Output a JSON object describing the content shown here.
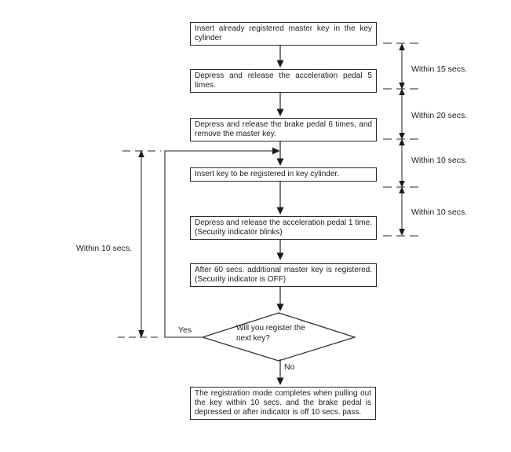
{
  "diagram": {
    "title_semantic": "key-registration-flowchart",
    "steps": [
      {
        "text": "Insert already registered master key in the key cylinder"
      },
      {
        "text": "Depress and release the acceleration pedal 5 times."
      },
      {
        "text": "Depress and release the brake pedal 6 times, and remove the master key."
      },
      {
        "text": "Insert key to be registered in key cylinder."
      },
      {
        "text": "Depress and release the acceleration pedal 1 time. (Security indicator blinks)"
      },
      {
        "text": "After 60 secs. additional master key is registered. (Security indicator is OFF)"
      },
      {
        "text": "The registration mode completes when pulling out the key within 10 secs. and the brake pedal is depressed or after indicator is off 10 secs. pass."
      }
    ],
    "decision": {
      "question": "Will you register the next key?",
      "yes": "Yes",
      "no": "No"
    },
    "timings": {
      "right": [
        {
          "label": "Within 15 secs."
        },
        {
          "label": "Within 20 secs."
        },
        {
          "label": "Within 10 secs."
        },
        {
          "label": "Within 10 secs."
        }
      ],
      "left": {
        "label": "Within 10 secs."
      }
    },
    "colors": {
      "ink": "#1f1f1f",
      "paper": "#ffffff"
    }
  }
}
